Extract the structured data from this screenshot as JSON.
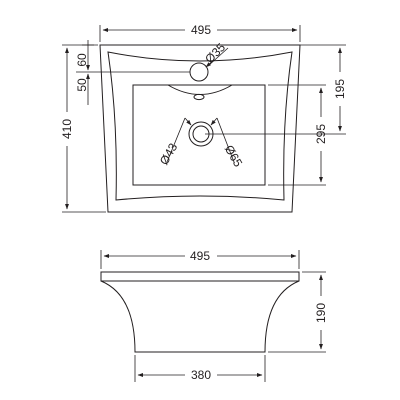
{
  "top_view": {
    "width_label": "495",
    "tap_hole_label": "Ø35",
    "offset_60_label": "60",
    "offset_50_label": "50",
    "bowl_depth_label": "195",
    "height_label": "410",
    "inner_depth_label": "295",
    "waste_43_label": "Ø43",
    "waste_65_label": "Ø65"
  },
  "side_view": {
    "top_width_label": "495",
    "height_label": "190",
    "base_width_label": "380"
  }
}
